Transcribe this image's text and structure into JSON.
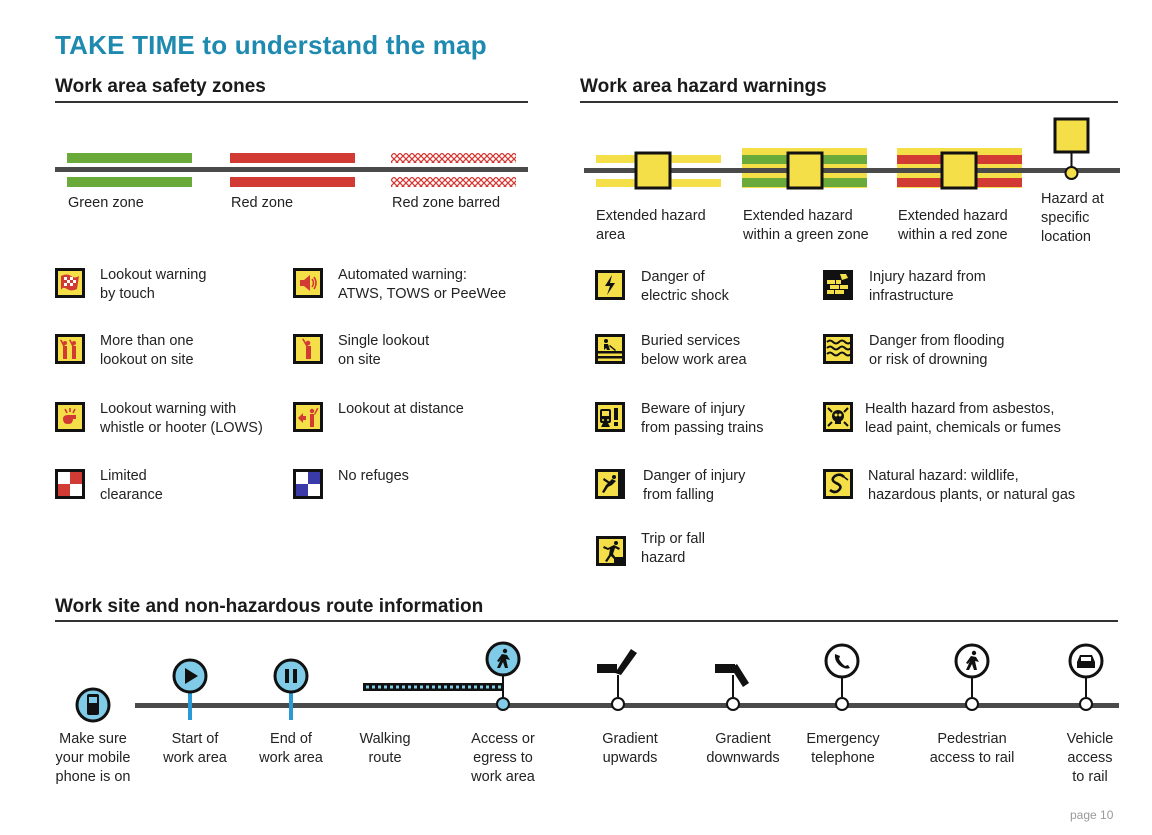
{
  "title": "TAKE TIME to understand the map",
  "safety_zones": {
    "heading": "Work area safety zones",
    "zones": [
      {
        "label": "Green zone",
        "color": "#6aaa3a"
      },
      {
        "label": "Red zone",
        "color": "#d23a34"
      },
      {
        "label": "Red zone barred",
        "color": "#d23a34"
      }
    ],
    "icons": [
      {
        "label_l1": "Lookout warning",
        "label_l2": "by touch",
        "icon": "checkered-flag-icon"
      },
      {
        "label_l1": "Automated warning:",
        "label_l2": "ATWS, TOWS or PeeWee",
        "icon": "speaker-icon"
      },
      {
        "label_l1": "More than one",
        "label_l2": "lookout on site",
        "icon": "multiple-lookouts-icon"
      },
      {
        "label_l1": "Single lookout",
        "label_l2": "on site",
        "icon": "single-lookout-icon"
      },
      {
        "label_l1": "Lookout warning with",
        "label_l2": "whistle or hooter (LOWS)",
        "icon": "whistle-icon"
      },
      {
        "label_l1": "Lookout at distance",
        "label_l2": "",
        "icon": "distant-lookout-icon"
      },
      {
        "label_l1": "Limited",
        "label_l2": "clearance",
        "icon": "red-checker-icon"
      },
      {
        "label_l1": "No refuges",
        "label_l2": "",
        "icon": "blue-checker-icon"
      }
    ]
  },
  "hazard_warnings": {
    "heading": "Work area hazard warnings",
    "markers": [
      {
        "label_l1": "Extended hazard",
        "label_l2": "area"
      },
      {
        "label_l1": "Extended hazard",
        "label_l2": "within a green zone"
      },
      {
        "label_l1": "Extended hazard",
        "label_l2": "within a red zone"
      },
      {
        "label_l1": "Hazard at",
        "label_l2": "specific",
        "label_l3": "location"
      }
    ],
    "icons": [
      {
        "label_l1": "Danger of",
        "label_l2": "electric shock",
        "icon": "lightning-icon"
      },
      {
        "label_l1": "Injury hazard from",
        "label_l2": "infrastructure",
        "icon": "bricks-icon"
      },
      {
        "label_l1": "Buried services",
        "label_l2": "below work area",
        "icon": "digging-icon"
      },
      {
        "label_l1": "Danger from flooding",
        "label_l2": "or risk of drowning",
        "icon": "waves-icon"
      },
      {
        "label_l1": "Beware of injury",
        "label_l2": "from passing trains",
        "icon": "train-warning-icon"
      },
      {
        "label_l1": "Health hazard from asbestos,",
        "label_l2": "lead paint, chemicals or fumes",
        "icon": "skull-icon"
      },
      {
        "label_l1": "Danger of injury",
        "label_l2": "from falling",
        "icon": "falling-person-icon"
      },
      {
        "label_l1": "Natural hazard: wildlife,",
        "label_l2": "hazardous plants, or natural gas",
        "icon": "snake-icon"
      },
      {
        "label_l1": "Trip or fall",
        "label_l2": "hazard",
        "icon": "trip-icon"
      }
    ]
  },
  "route_info": {
    "heading": "Work site and non-hazardous route information",
    "items": [
      {
        "label_l1": "Make sure",
        "label_l2": "your mobile",
        "label_l3": "phone is on"
      },
      {
        "label_l1": "Start of",
        "label_l2": "work area"
      },
      {
        "label_l1": "End of",
        "label_l2": "work area"
      },
      {
        "label_l1": "Walking",
        "label_l2": "route"
      },
      {
        "label_l1": "Access or",
        "label_l2": "egress to",
        "label_l3": "work area"
      },
      {
        "label_l1": "Gradient",
        "label_l2": "upwards"
      },
      {
        "label_l1": "Gradient",
        "label_l2": "downwards"
      },
      {
        "label_l1": "Emergency",
        "label_l2": "telephone"
      },
      {
        "label_l1": "Pedestrian",
        "label_l2": "access to rail"
      },
      {
        "label_l1": "Vehicle",
        "label_l2": "access",
        "label_l3": "to rail"
      }
    ]
  },
  "page_number": "page 10",
  "colors": {
    "accent": "#1f8ab0",
    "hazard_yellow": "#f5df48",
    "light_blue": "#7fcbe8",
    "route_blue": "#2a9ad6"
  }
}
